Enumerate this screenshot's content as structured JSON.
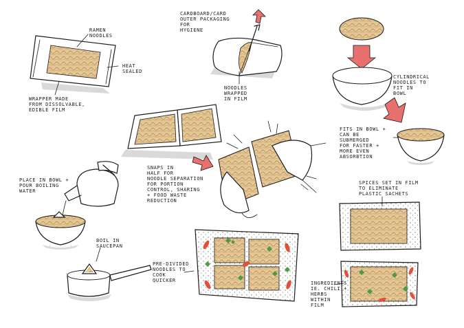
{
  "labels": {
    "ramen_noodles": "RAMEN\nNOODLES",
    "heat_sealed": "HEAT\nSEALED",
    "wrapper": "WRAPPER MADE\nFROM DISSOLVABLE,\nEDIBLE FILM",
    "cardboard": "CARDBOARD/CARD\nOUTER PACKAGING\nFOR\nHYGIENE",
    "noodles_wrapped": "NOODLES\nWRAPPED\nIN FILM",
    "cylindrical": "CYLINDRICAL\nNOODLES TO\nFIT IN\nBOWL",
    "fits_in_bowl": "FITS IN BOWL +\nCAN BE\nSUBMERGED\nFOR FASTER +\nMORE EVEN\nABSORBTION",
    "place_in_bowl": "PLACE IN BOWL +\nPOUR BOILING\nWATER",
    "snaps": "SNAPS IN\nHALF FOR\nNOODLE SEPARATION\nFOR PORTION\nCONTROL, SHARING\n+ FOOD WASTE\nREDUCTION",
    "spices": "SPICES SET IN FILM\nTO ELIMINATE\nPLASTIC SACHETS",
    "boil": "BOIL IN\nSAUCEPAN",
    "pre_divided": "PRE-DIVIDED\nNOODLES TO\nCOOK\nQUICKER",
    "ingredients": "INGREDIENTS\nIE. CHILI +\nHERBS\nWITHIN\nFILM"
  },
  "colors": {
    "ink": "#1a1a1a",
    "noodle": "#e6c896",
    "arrow": "#e8706e",
    "chili": "#e0503a",
    "herb": "#4f9a4a",
    "shadow": "#d9d9d9"
  }
}
